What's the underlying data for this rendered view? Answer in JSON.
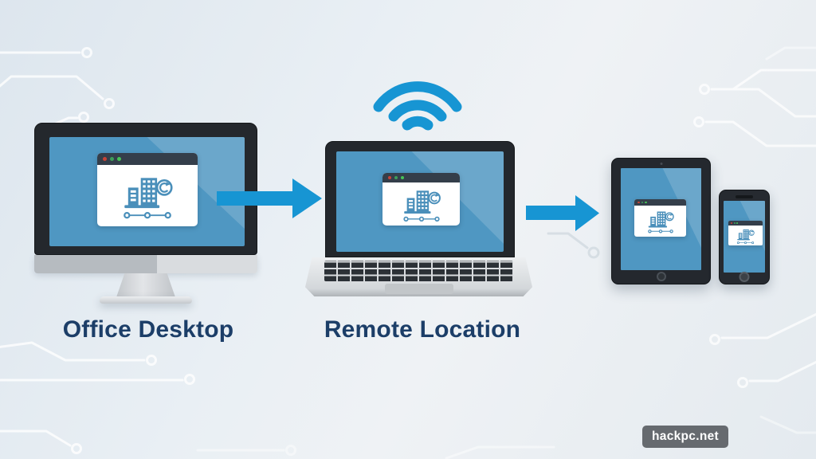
{
  "labels": {
    "desktop": "Office Desktop",
    "laptop": "Remote Location"
  },
  "watermark": {
    "text": "hackpc.net"
  },
  "devices": [
    "desktop-monitor",
    "laptop",
    "tablet",
    "smartphone"
  ],
  "icons": {
    "wifi": "wifi-icon",
    "arrow": "arrow-right-icon",
    "app": "building-sync-icon",
    "window_dots": [
      "red",
      "green-dark",
      "green"
    ]
  },
  "colors": {
    "screen_blue": "#4f97c2",
    "accent_blue": "#1795d3",
    "icon_blue": "#4a8fba",
    "navy_text": "#1c3e68",
    "header_navy": "#343e4a",
    "dot_red": "#c64337",
    "dot_green_dark": "#3d9e5a",
    "dot_green": "#46c357"
  }
}
